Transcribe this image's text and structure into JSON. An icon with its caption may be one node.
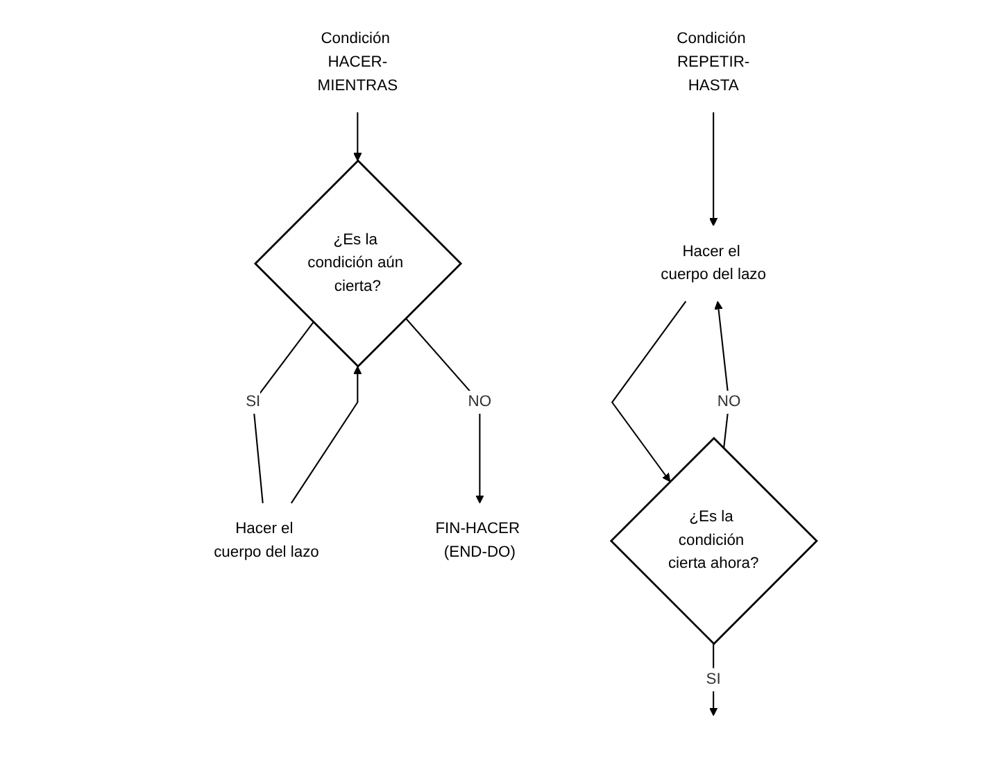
{
  "diagram": {
    "nodes": [
      {
        "text": [
          "Condición HACER-MIENTRAS"
        ]
      },
      {
        "text": [
          "¿Es la condición aún cierta?"
        ]
      },
      {
        "text": [
          "Hacer el cuerpo del lazo"
        ]
      },
      {
        "text": [
          "FIN-HACER (END-DO)"
        ]
      },
      {
        "text": [
          "Condición REPETIR-HASTA"
        ]
      },
      {
        "text": [
          "Hacer el cuerpo del lazo"
        ]
      },
      {
        "text": [
          "¿Es la condición cierta ahora?"
        ]
      }
    ],
    "edges": [
      {
        "from": 0,
        "to": 1,
        "arrow": "to"
      },
      {
        "from": 1,
        "to": 2,
        "arrow": "none",
        "label": "SI"
      },
      {
        "from": 2,
        "to": 1,
        "arrow": "to"
      },
      {
        "from": 1,
        "to": 3,
        "arrow": "to",
        "label": "NO"
      },
      {
        "from": 4,
        "to": 5,
        "arrow": "to"
      },
      {
        "from": 5,
        "to": 6,
        "arrow": "to"
      },
      {
        "from": 6,
        "to": 5,
        "arrow": "to",
        "label": "NO"
      },
      {
        "from": 6,
        "to": null,
        "arrow": "to",
        "label": "SI"
      }
    ]
  }
}
